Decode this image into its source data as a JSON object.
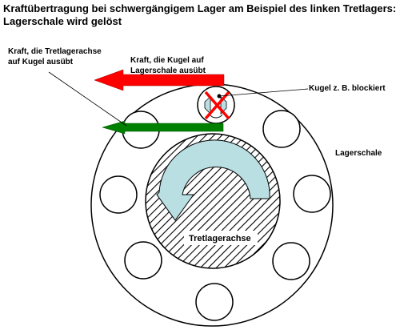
{
  "title": {
    "line1": "Kraftübertragung bei schwergängigem Lager am Beispiel des linken Tretlagers:",
    "line2": "Lagerschale wird gelöst"
  },
  "labels": {
    "force_axle_line1": "Kraft, die Tretlagerachse",
    "force_axle_line2": "auf Kugel ausübt",
    "force_ball_line1": "Kraft, die Kugel auf",
    "force_ball_line2": "Lagerschale ausübt",
    "blocked_ball": "Kugel z. B. blockiert",
    "bearing_shell": "Lagerschale",
    "axle": "Tretlagerachse"
  },
  "colors": {
    "red_arrow": "#ff0000",
    "green_arrow": "#008000",
    "rotation_arrow": "#b9dfe3",
    "cross": "#ff0000",
    "hatch": "#000000"
  },
  "diagram": {
    "balls_total": 8,
    "blocked_ball_count": 1,
    "rotation_direction": "counter-clockwise"
  }
}
